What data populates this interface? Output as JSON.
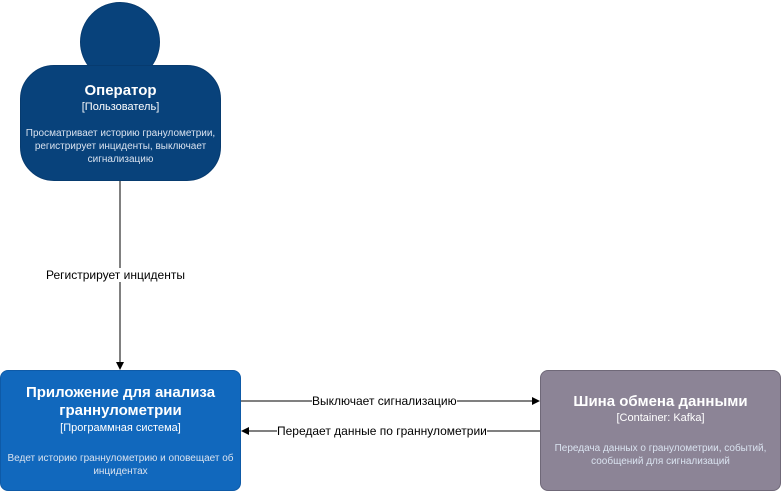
{
  "operator": {
    "title": "Оператор",
    "type": "[Пользователь]",
    "description": "Просматривает историю гранулометрии, регистрирует инциденты, выключает сигнализацию"
  },
  "app": {
    "title": "Приложение для анализа граннулометрии",
    "type": "[Программная система]",
    "description": "Ведет историю граннулометрию и оповещает об инцидентах"
  },
  "bus": {
    "title": "Шина обмена данными",
    "type": "[Container: Kafka]",
    "description": "Передача данных о гранулометрии, событий, сообщений для сигнализаций"
  },
  "edges": {
    "registers": "Регистрирует инциденты",
    "disables": "Выключает сигнализацию",
    "transmits": "Передает данные по граннулометрии"
  },
  "colors": {
    "person": "#08427b",
    "system": "#1168bd",
    "container": "#8c8496"
  }
}
